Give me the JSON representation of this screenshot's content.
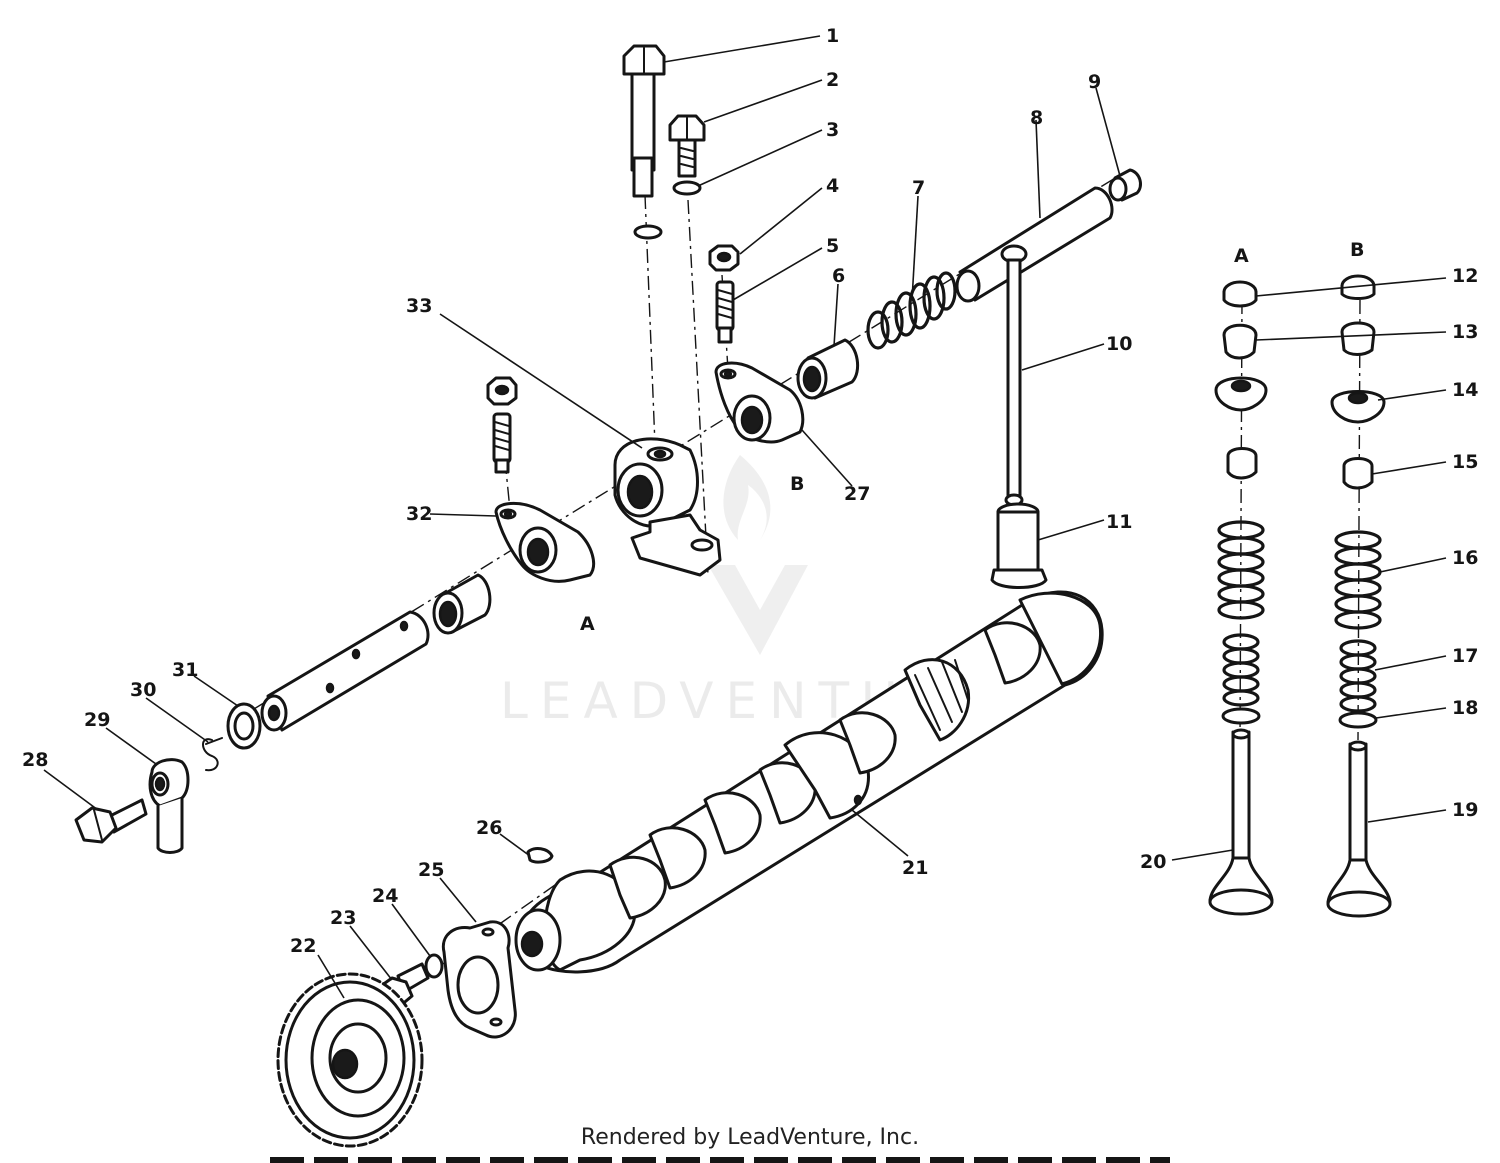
{
  "callouts": {
    "c1": "1",
    "c2": "2",
    "c3": "3",
    "c4": "4",
    "c5": "5",
    "c6": "6",
    "c7": "7",
    "c8": "8",
    "c9": "9",
    "c10": "10",
    "c11": "11",
    "c12": "12",
    "c13": "13",
    "c14": "14",
    "c15": "15",
    "c16": "16",
    "c17": "17",
    "c18": "18",
    "c19": "19",
    "c20": "20",
    "c21": "21",
    "c22": "22",
    "c23": "23",
    "c24": "24",
    "c25": "25",
    "c26": "26",
    "c27": "27",
    "c28": "28",
    "c29": "29",
    "c30": "30",
    "c31": "31",
    "c32": "32",
    "c33": "33"
  },
  "refs": {
    "rocker_a": "A",
    "rocker_b": "B",
    "valve_a": "A",
    "valve_b": "B"
  },
  "watermark": "LEADVENTURE",
  "footer": "Rendered by LeadVenture, Inc.",
  "colors": {
    "ink": "#151515",
    "watermark": "#dcdcdc",
    "paper": "#ffffff"
  }
}
